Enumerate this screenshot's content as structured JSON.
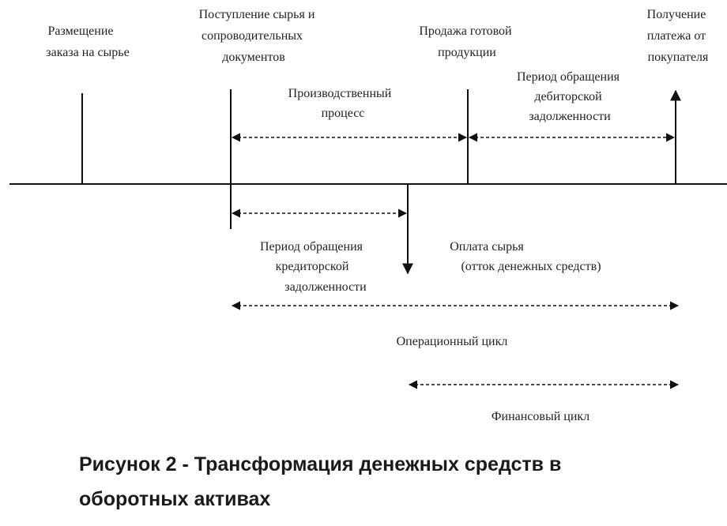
{
  "events": {
    "order": [
      "Размещение",
      "заказа на сырье"
    ],
    "receipt": [
      "Поступление сырья и",
      "сопроводительных",
      "документов"
    ],
    "sale": [
      "Продажа готовой",
      "продукции"
    ],
    "payment_in": [
      "Получение",
      "платежа от",
      "покупателя"
    ]
  },
  "periods": {
    "production": [
      "Производственный",
      "процесс"
    ],
    "receivables": [
      "Период обращения",
      "дебиторской",
      "задолженности"
    ],
    "payables": [
      "Период обращения",
      "кредиторской",
      "задолженности"
    ],
    "raw_payment": [
      "Оплата сырья",
      "(отток денежных средств)"
    ],
    "operating_cycle": "Операционный цикл",
    "financial_cycle": "Финансовый цикл"
  },
  "caption": [
    "Рисунок 2 - Трансформация денежных средств в",
    "оборотных активах"
  ]
}
